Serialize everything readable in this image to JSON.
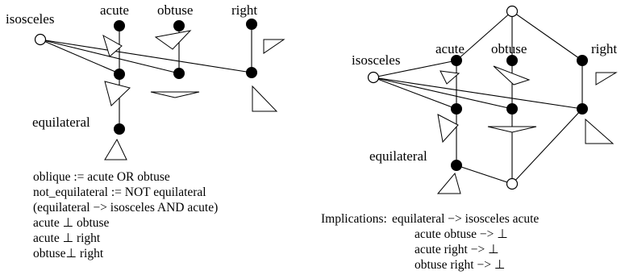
{
  "left_diagram": {
    "labels": {
      "isosceles": "isosceles",
      "acute": "acute",
      "obtuse": "obtuse",
      "right": "right",
      "equilateral": "equilateral"
    },
    "definitions": [
      "oblique := acute OR obtuse",
      "not_equilateral := NOT equilateral",
      "(equilateral −> isosceles AND acute)",
      "acute ⊥ obtuse",
      "acute ⊥ right",
      "obtuse⊥ right"
    ]
  },
  "right_diagram": {
    "labels": {
      "isosceles": "isosceles",
      "acute": "acute",
      "obtuse": "obtuse",
      "right": "right",
      "equilateral": "equilateral"
    },
    "implications_prefix": "Implications:",
    "implications": [
      "equilateral −> isosceles acute",
      "acute obtuse −> ⊥",
      "acute right −> ⊥",
      "obtuse right −> ⊥"
    ]
  }
}
